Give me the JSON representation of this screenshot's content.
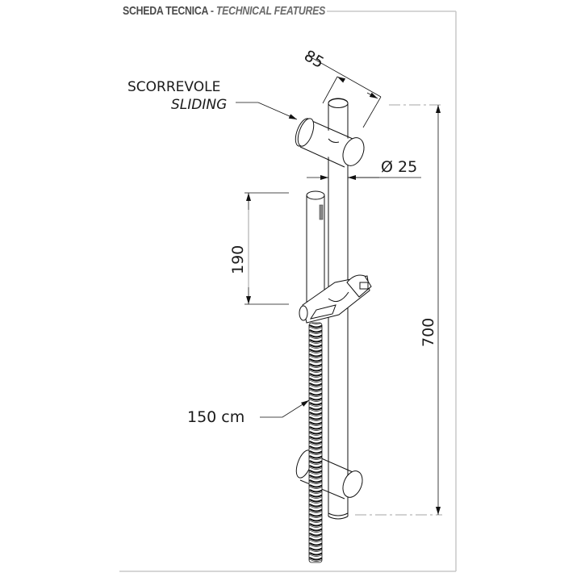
{
  "header": {
    "title_it": "SCHEDA TECNICA",
    "separator": "-",
    "title_en": "TECHNICAL FEATURES"
  },
  "labels": {
    "sliding_it": "SCORREVOLE",
    "sliding_en": "SLIDING",
    "hose_length": "150 cm"
  },
  "dimensions": {
    "bracket_depth": "85",
    "bar_diameter": "Ø 25",
    "handshower_length": "190",
    "bar_length": "700"
  },
  "colors": {
    "line": "#1a1a1a",
    "frame": "#c8c8c8",
    "header_text": "#3a3a3a"
  }
}
